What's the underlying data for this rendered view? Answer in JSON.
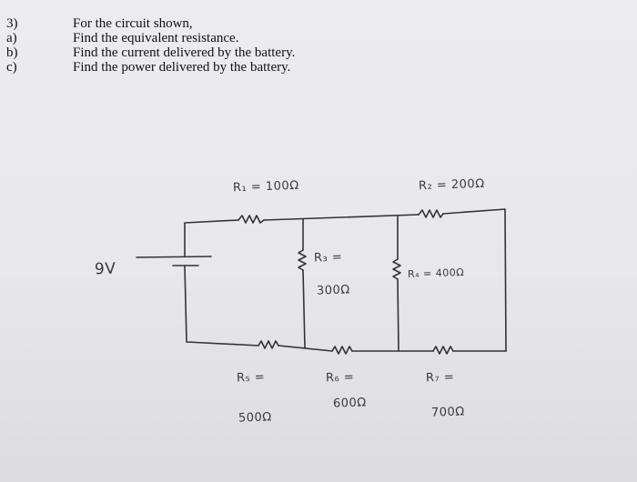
{
  "problem": {
    "number": "3)",
    "intro": "For the circuit shown,",
    "parts": [
      {
        "letter": "a)",
        "text": "Find the equivalent resistance."
      },
      {
        "letter": "b)",
        "text": "Find the current delivered by the battery."
      },
      {
        "letter": "c)",
        "text": "Find the power delivered by the battery."
      }
    ]
  },
  "circuit": {
    "battery_label": "9V",
    "r1": "R₁ = 100Ω",
    "r2": "R₂ = 200Ω",
    "r3_name": "R₃ =",
    "r3_value": "300Ω",
    "r4": "R₄ = 400Ω",
    "r5_name": "R₅ =",
    "r5_value": "500Ω",
    "r6_name": "R₆ =",
    "r6_value": "600Ω",
    "r7_name": "R₇ =",
    "r7_value": "700Ω"
  }
}
